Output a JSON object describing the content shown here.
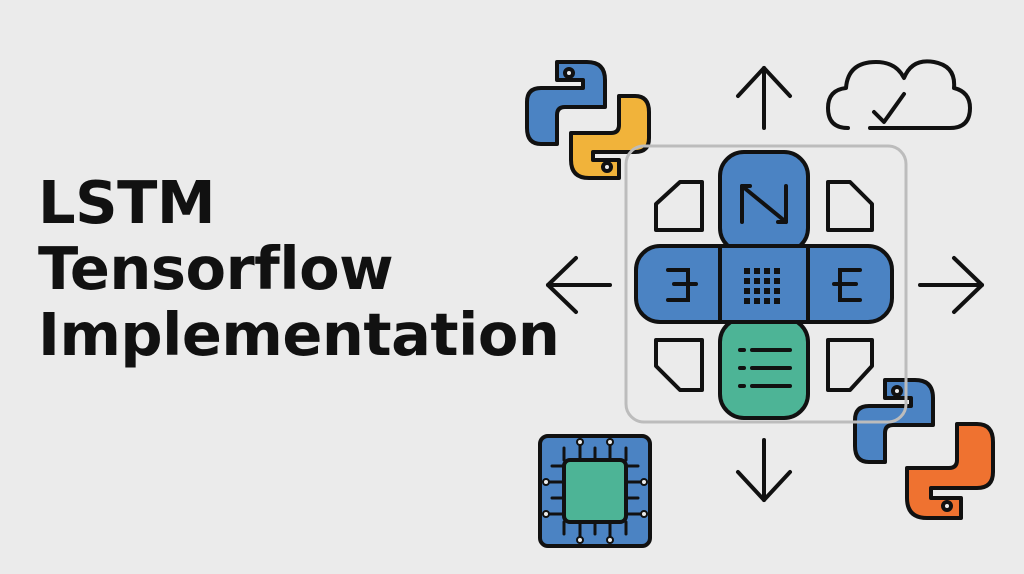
{
  "title": {
    "line1": "LSTM",
    "line2": "Tensorflow",
    "line3": "Implementation"
  },
  "icons": {
    "python_top": "python-logo-icon",
    "python_bottom": "python-logo-icon",
    "cloud": "cloud-check-icon",
    "chip": "processor-chip-icon",
    "lstm_cell": "lstm-cell-icon",
    "arrows": "direction-arrow-icon"
  },
  "colors": {
    "background": "#ebebeb",
    "text": "#111111",
    "blue": "#4b83c3",
    "teal": "#4db496",
    "yellow": "#f1b33a",
    "orange": "#ef7230",
    "outline": "#111111",
    "frame": "#bcbcbc"
  }
}
